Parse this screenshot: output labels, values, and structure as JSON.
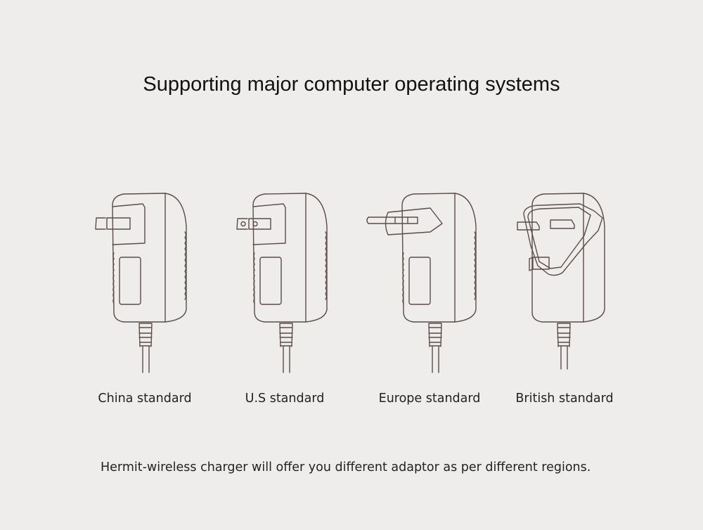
{
  "title": "Supporting major computer operating systems",
  "adapters": [
    {
      "label": "China standard",
      "icon": "china-plug-adapter-icon"
    },
    {
      "label": "U.S standard",
      "icon": "us-plug-adapter-icon"
    },
    {
      "label": "Europe standard",
      "icon": "europe-plug-adapter-icon"
    },
    {
      "label": "British standard",
      "icon": "british-plug-adapter-icon"
    }
  ],
  "note": "Hermit-wireless charger will offer you different adaptor as per different regions.",
  "colors": {
    "background": "#efedeb",
    "line": "#5b4c4a"
  }
}
